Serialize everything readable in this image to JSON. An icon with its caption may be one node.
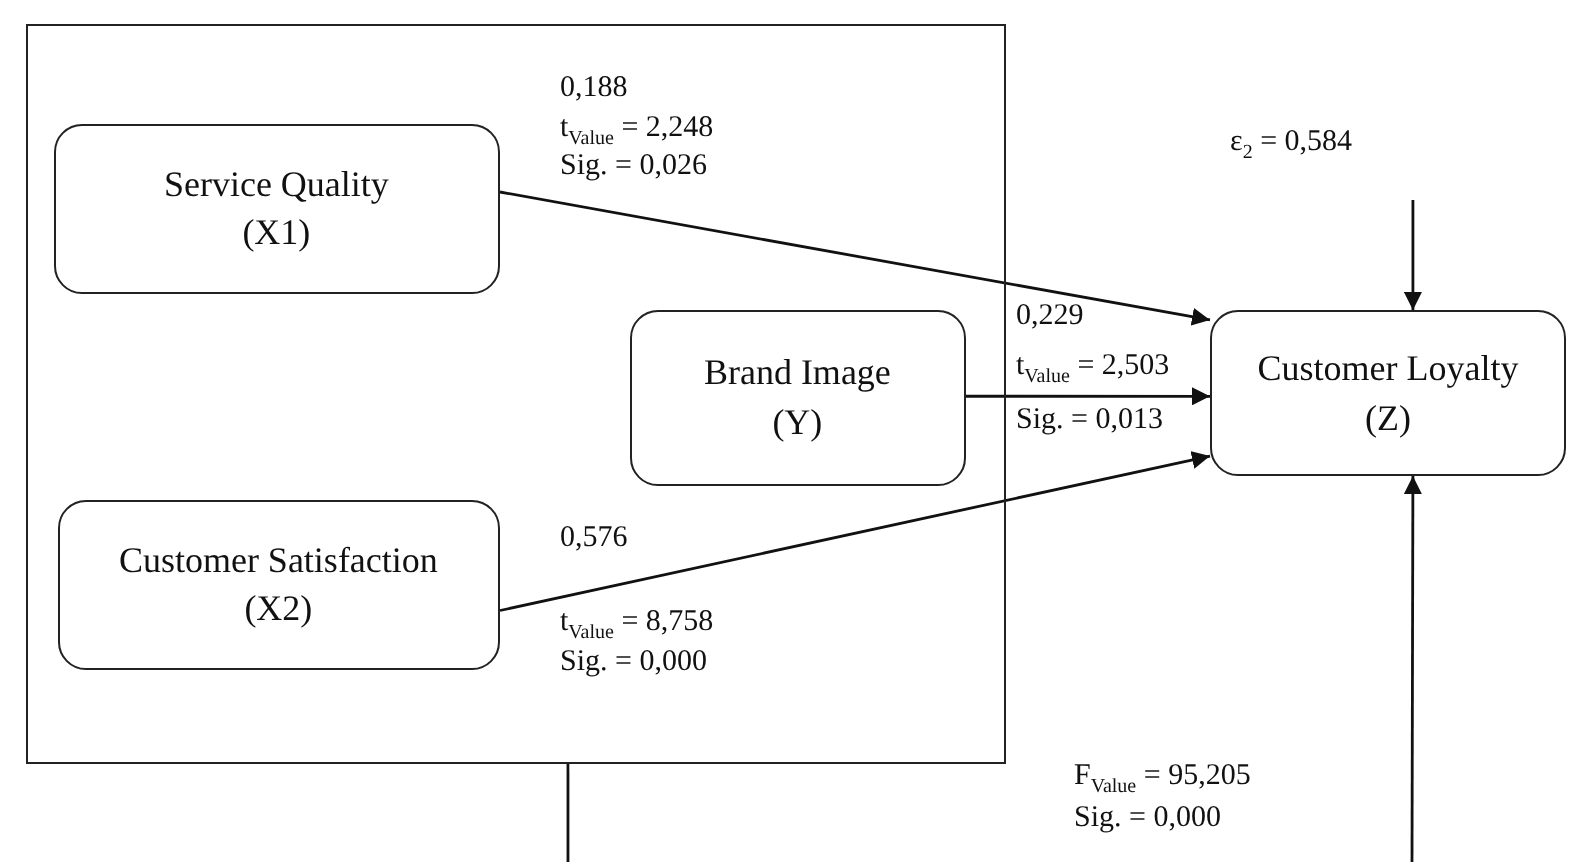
{
  "diagram": {
    "nodes": [
      {
        "text": [],
        "shape": "box"
      },
      {
        "text": [
          "Service Quality (X1)"
        ],
        "in": 0
      },
      {
        "text": [
          "Brand Image (Y)"
        ],
        "in": 0
      },
      {
        "text": [
          "Customer Satisfaction (X2)"
        ],
        "in": 0
      },
      {
        "text": [
          "Customer Loyalty (Z)"
        ]
      },
      {
        "text": [
          "ε$_{2}$ = 0,584"
        ]
      }
    ],
    "edges": [
      {
        "from": 1,
        "to": 4,
        "arrow": "to"
      },
      {
        "from": 2,
        "to": 4,
        "arrow": "to"
      },
      {
        "from": 3,
        "to": 4,
        "arrow": "to"
      },
      {
        "from": 5,
        "to": 4,
        "arrow": "to"
      },
      {
        "from": null,
        "to": 4,
        "arrow": "to"
      },
      {
        "from": 0,
        "to": null,
        "arrow": "none"
      }
    ],
    "labels": [
      "0,188",
      "t$_{Value}$ = 2,248",
      "Sig. = 0,026",
      "0,229",
      "t$_{Value}$ = 2,503",
      "Sig. = 0,013",
      "0,576",
      "t$_{Value}$ = 8,758",
      "Sig. = 0,000",
      "F$_{Value}$ = 95,205",
      "Sig. = 0,000"
    ]
  }
}
